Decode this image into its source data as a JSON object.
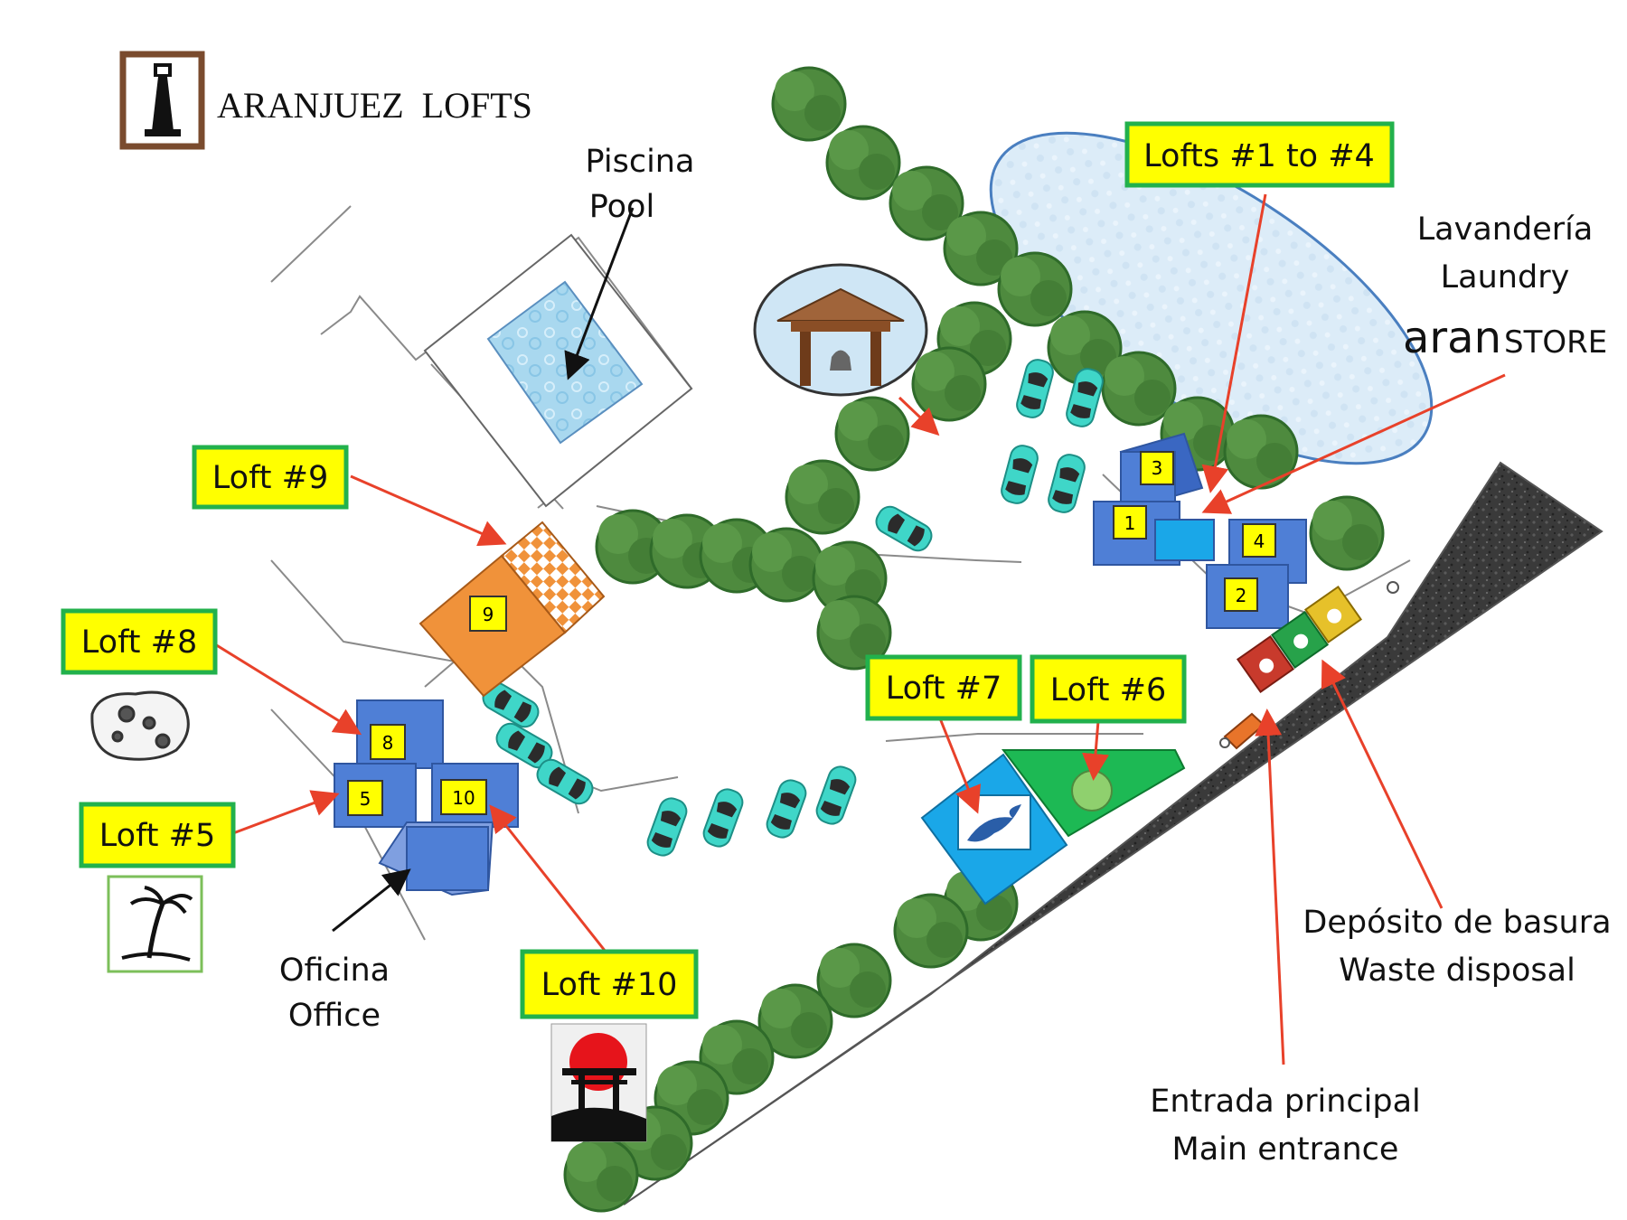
{
  "brand": {
    "name": "ARANJUEZ  LOFTS"
  },
  "labels": {
    "pool_es": "Piscina",
    "pool_en": "Pool",
    "laundry_es": "Lavandería",
    "laundry_en": "Laundry",
    "store_prefix": "aran",
    "store_suffix": "STORE",
    "office_es": "Oficina",
    "office_en": "Office",
    "waste_es": "Depósito de basura",
    "waste_en": "Waste disposal",
    "entrance_es": "Entrada principal",
    "entrance_en": "Main entrance"
  },
  "tags": {
    "lofts_1_4": "Lofts #1 to #4",
    "loft_9": "Loft #9",
    "loft_8": "Loft #8",
    "loft_5": "Loft #5",
    "loft_7": "Loft #7",
    "loft_6": "Loft #6",
    "loft_10": "Loft #10"
  },
  "buildings": {
    "b1": "1",
    "b2": "2",
    "b3": "3",
    "b4": "4",
    "b5": "5",
    "b8": "8",
    "b9": "9",
    "b10": "10"
  },
  "colors": {
    "tag_fill": "#ffff00",
    "tag_border": "#22b14c",
    "arrow": "#e8412a",
    "tree": "#4e8a3e",
    "tree_edge": "#2f6b2a",
    "car": "#3fd6c8",
    "building": "#4f7fd6",
    "loft9": "#f0923a",
    "road": "#3a3a3a",
    "pool": "#a9d8ef",
    "lagoon": "#dcecf8",
    "loft7": "#1aa7e8",
    "loft6": "#1db954"
  },
  "icons": [
    "lighthouse-icon",
    "pagoda-bell-icon",
    "dolphin-icon",
    "mayan-glyph-icon",
    "palm-tree-icon",
    "torii-gate-icon",
    "recycle-bin-icon"
  ]
}
